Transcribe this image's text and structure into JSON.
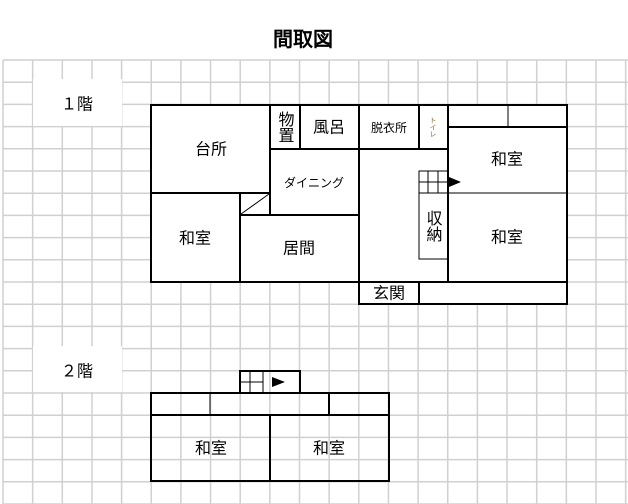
{
  "title": "間取図",
  "colors": {
    "grid": "#d0d0d0",
    "wall": "#000000",
    "background": "#ffffff"
  },
  "floor1": {
    "label": "１階",
    "rooms": {
      "kitchen": "台所",
      "storage_closet": "物置",
      "bath": "風呂",
      "dressing_room": "脱衣所",
      "toilet": "トイレ",
      "dining": "ダイニング",
      "japanese_room_left": "和室",
      "living": "居間",
      "storage": "収納",
      "japanese_room_upper_right": "和室",
      "japanese_room_lower_right": "和室",
      "entrance": "玄関"
    }
  },
  "floor2": {
    "label": "２階",
    "rooms": {
      "japanese_room_left": "和室",
      "japanese_room_right": "和室"
    }
  }
}
